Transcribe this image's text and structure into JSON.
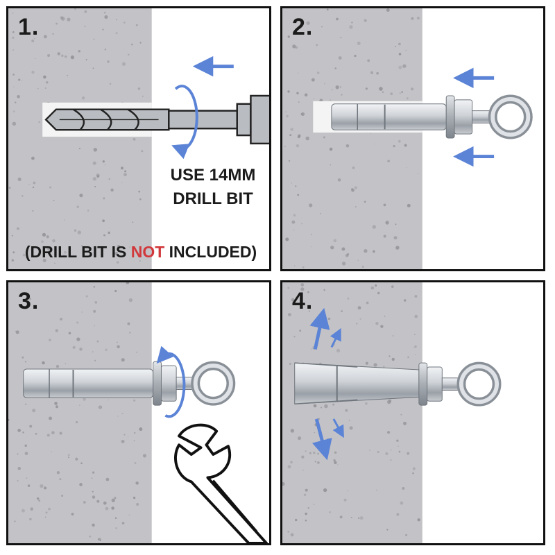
{
  "panels": [
    {
      "step": "1.",
      "line1": "USE 14MM",
      "line2": "DRILL BIT",
      "note_prefix": "(DRILL BIT IS ",
      "note_emphasis": "NOT",
      "note_suffix": " INCLUDED)"
    },
    {
      "step": "2."
    },
    {
      "step": "3."
    },
    {
      "step": "4."
    }
  ],
  "colors": {
    "concrete": "#c3c3c7",
    "arrow": "#5b83d6",
    "emphasis": "#d1383b",
    "border": "#111111",
    "metal": "#d2d6db"
  }
}
